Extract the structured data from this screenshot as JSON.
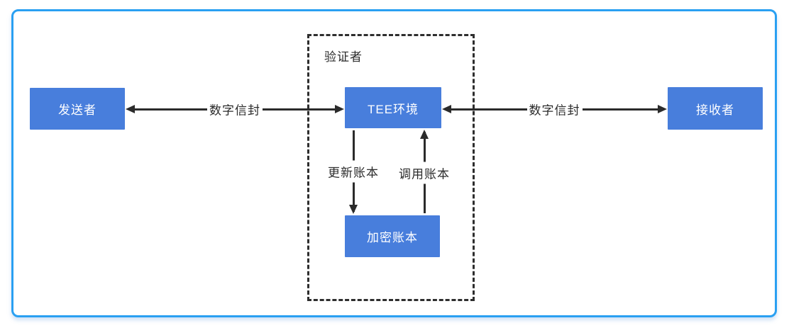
{
  "diagram": {
    "nodes": {
      "sender": "发送者",
      "tee": "TEE环境",
      "receiver": "接收者",
      "ledger": "加密账本"
    },
    "groups": {
      "verifier": "验证者"
    },
    "edges": {
      "sender_tee": "数字信封",
      "tee_receiver": "数字信封",
      "tee_to_ledger": "更新账本",
      "ledger_to_tee": "调用账本"
    },
    "colors": {
      "node_fill": "#487edc",
      "node_text": "#ffffff",
      "frame_border": "#2aa0f2",
      "line": "#2b2b2b",
      "dashed_border": "#2e2e2e"
    }
  }
}
